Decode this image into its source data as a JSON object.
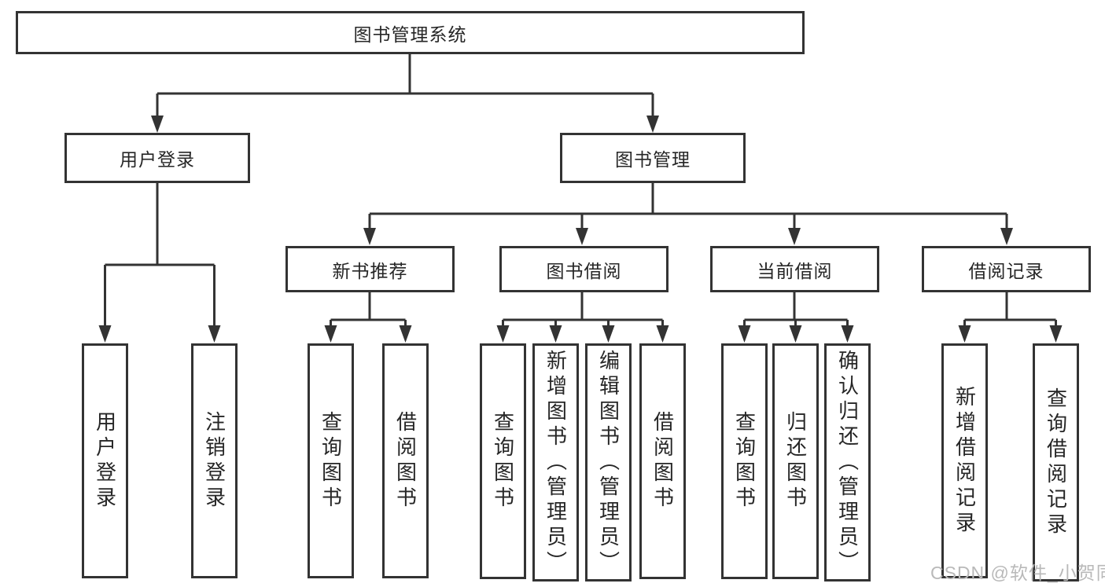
{
  "diagram": {
    "root": {
      "label": "图书管理系统"
    },
    "level2": [
      {
        "label": "用户登录",
        "children": [
          "用户登录",
          "注销登录"
        ]
      },
      {
        "label": "图书管理",
        "children": [
          {
            "label": "新书推荐",
            "children": [
              "查询图书",
              "借阅图书"
            ]
          },
          {
            "label": "图书借阅",
            "children": [
              "查询图书",
              "新增图书（管理员）",
              "编辑图书（管理员）",
              "借阅图书"
            ]
          },
          {
            "label": "当前借阅",
            "children": [
              "查询图书",
              "归还图书",
              "确认归还（管理员）"
            ]
          },
          {
            "label": "借阅记录",
            "children": [
              "新增借阅记录",
              "查询借阅记录"
            ]
          }
        ]
      }
    ]
  },
  "colors": {
    "line": "#333333",
    "text": "#262626",
    "watermark": "#b9b9b9",
    "background": "#ffffff"
  },
  "watermark": {
    "text": "CSDN @软件_小贺同学"
  }
}
